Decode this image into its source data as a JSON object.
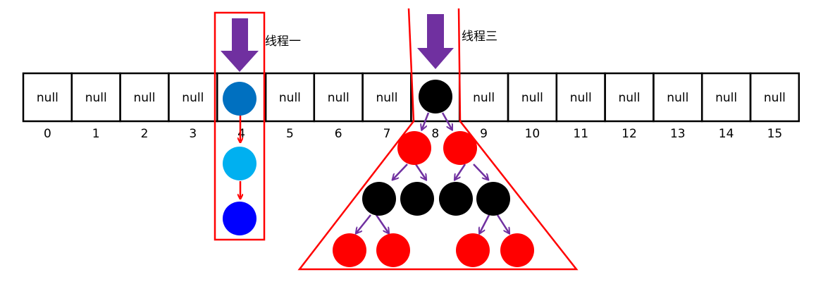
{
  "array": {
    "cells": [
      "null",
      "null",
      "null",
      "null",
      "",
      "null",
      "null",
      "null",
      "",
      "null",
      "null",
      "null",
      "null",
      "null",
      "null",
      "null"
    ],
    "indices": [
      "0",
      "1",
      "2",
      "3",
      "4",
      "5",
      "6",
      "7",
      "8",
      "9",
      "10",
      "11",
      "12",
      "13",
      "14",
      "15"
    ]
  },
  "threads": [
    {
      "label": "线程一",
      "bucket": 4,
      "structure": "linked-list"
    },
    {
      "label": "线程三",
      "bucket": 8,
      "structure": "red-black-tree"
    }
  ],
  "linked_list": {
    "node_colors": [
      "#0070c0",
      "#00b0f0",
      "#0000ff"
    ]
  },
  "tree": {
    "levels": [
      [
        "#000000"
      ],
      [
        "#ff0000",
        "#ff0000"
      ],
      [
        "#000000",
        "#000000",
        "#000000",
        "#000000"
      ],
      [
        "#ff0000",
        "#ff0000",
        "#ff0000",
        "#ff0000"
      ]
    ]
  },
  "colors": {
    "highlight_border": "#ff0000",
    "arrow_purple": "#7030a0",
    "list_arrow": "#ff0000",
    "tree_arrow": "#7030a0"
  }
}
